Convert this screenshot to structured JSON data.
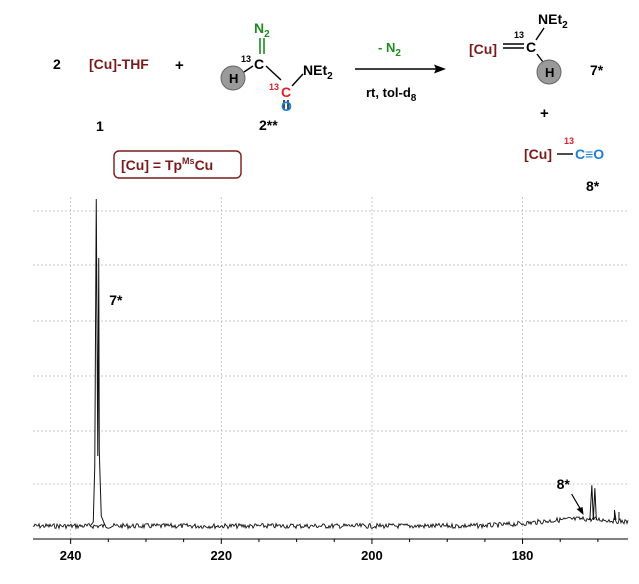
{
  "colors": {
    "copper": "#7a1a1a",
    "nitrogen_green": "#1f8a1f",
    "isotope_red": "#e0202a",
    "oxygen_blue": "#1e7fd6",
    "spectrum_black": "#111111",
    "grid": "#bbbbbb",
    "h_ball": "#9a9a9a"
  },
  "scheme": {
    "coef": "2",
    "cu_thf": "[Cu]-THF",
    "plus1": "+",
    "label1": "1",
    "n2": "N",
    "n2_sub": "2",
    "iso13_a": "13",
    "c_a": "C",
    "net2": "NEt",
    "net2_sub": "2",
    "h": "H",
    "iso13_b": "13",
    "c_b": "C",
    "o": "O",
    "label2": "2**",
    "arrow_top": "- N",
    "arrow_top_sub": "2",
    "arrow_bottom": "rt, tol-d",
    "arrow_bottom_sub": "8",
    "def_cu": "[Cu] = Tp",
    "def_sup": "Ms",
    "def_cu2": "Cu",
    "p7_cu": "[Cu]",
    "p7_iso": "13",
    "p7_c": "C",
    "p7_net2": "NEt",
    "p7_net2_sub": "2",
    "p7_h": "H",
    "label7": "7*",
    "plus2": "+",
    "p8_cu": "[Cu]",
    "p8_iso": "13",
    "p8_co": "C≡O",
    "label8": "8*"
  },
  "chart_data": {
    "type": "line",
    "title": "",
    "xlabel": "",
    "ylabel": "",
    "x_direction": "reversed",
    "xlim": [
      245,
      166
    ],
    "grid": true,
    "ticks": [
      240,
      220,
      200,
      180
    ],
    "tick_labels": [
      "240",
      "220",
      "200",
      "180"
    ],
    "peaks": [
      {
        "name": "7*",
        "ppm": 236.6,
        "rel_height": 1.0
      },
      {
        "name": "8*",
        "ppm": 170.8,
        "rel_height": 0.125
      }
    ],
    "annotations": [
      {
        "text": "7*",
        "ppm": 236.6
      },
      {
        "text": "8*",
        "ppm": 171.5
      }
    ]
  }
}
